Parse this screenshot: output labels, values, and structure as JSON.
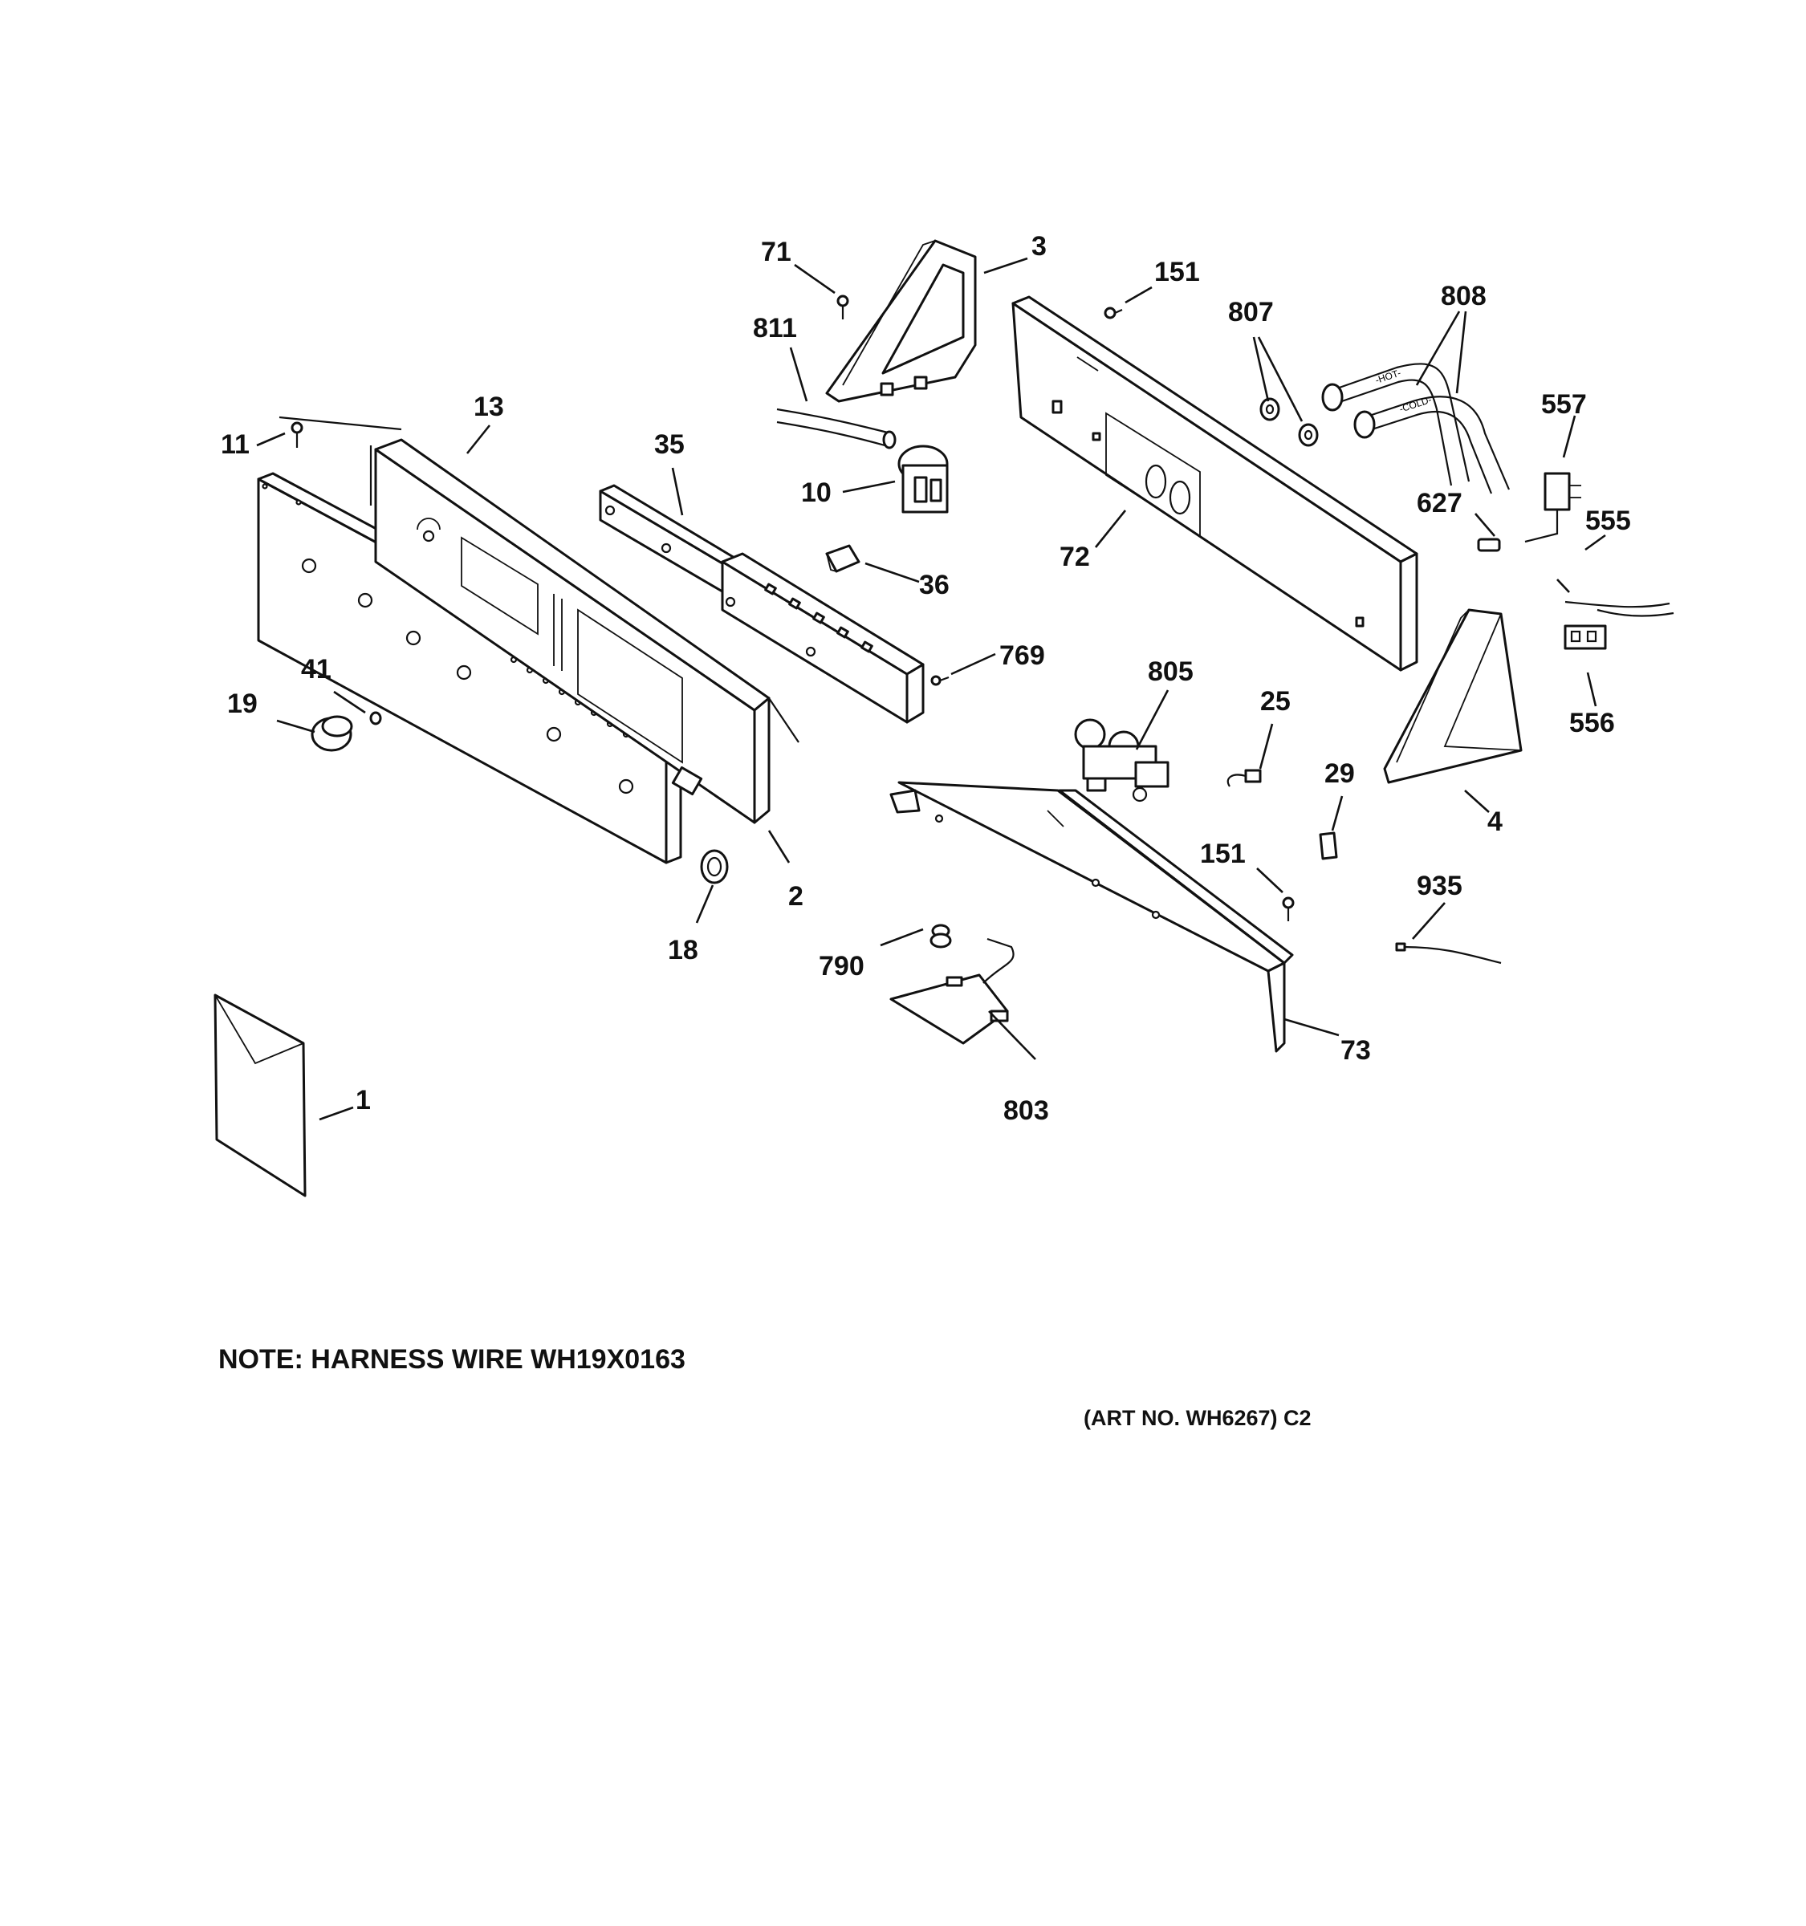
{
  "callouts": {
    "c1": "1",
    "c2": "2",
    "c3": "3",
    "c4": "4",
    "c10": "10",
    "c11": "11",
    "c13": "13",
    "c18": "18",
    "c19": "19",
    "c25": "25",
    "c29": "29",
    "c35": "35",
    "c36": "36",
    "c41": "41",
    "c71": "71",
    "c72": "72",
    "c73": "73",
    "c151a": "151",
    "c151b": "151",
    "c555": "555",
    "c556": "556",
    "c557": "557",
    "c627": "627",
    "c769": "769",
    "c790": "790",
    "c803": "803",
    "c805": "805",
    "c807": "807",
    "c808": "808",
    "c811": "811",
    "c935": "935"
  },
  "hose_labels": {
    "hot": "-HOT-",
    "cold": "-COLD-"
  },
  "note": "NOTE: HARNESS WIRE WH19X0163",
  "art_number": "(ART NO. WH6267) C2"
}
